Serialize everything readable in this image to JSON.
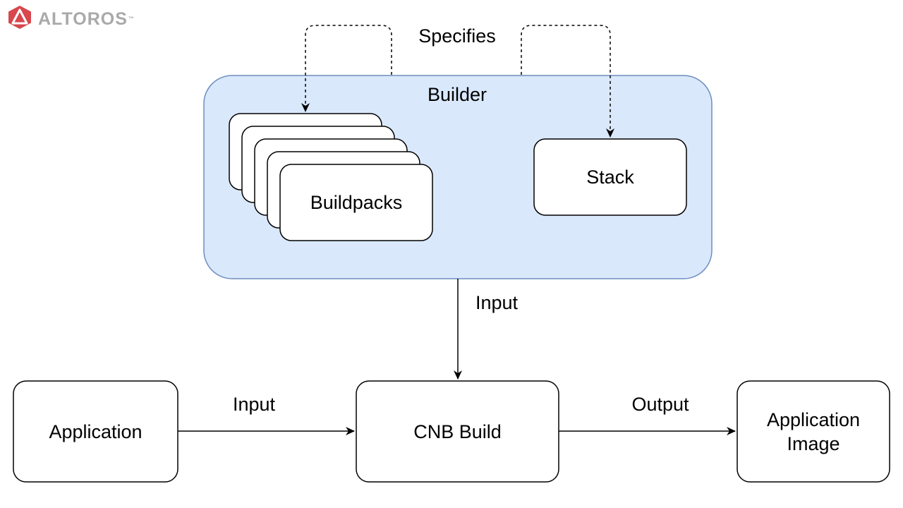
{
  "logo": {
    "name": "ALTOROS",
    "tm": "™",
    "color": "#a9a9a9",
    "accent": "#d7474c"
  },
  "diagram": {
    "builder": {
      "label": "Builder",
      "fill": "#dae8fc",
      "stroke": "#6c8ebf"
    },
    "buildpacks": {
      "label": "Buildpacks"
    },
    "stack": {
      "label": "Stack"
    },
    "specifies_label": "Specifies",
    "builder_to_build_label": "Input",
    "application": {
      "label": "Application"
    },
    "application_to_build_label": "Input",
    "cnb_build": {
      "label": "CNB Build"
    },
    "build_to_image_label": "Output",
    "application_image": {
      "label": "Application Image"
    }
  }
}
